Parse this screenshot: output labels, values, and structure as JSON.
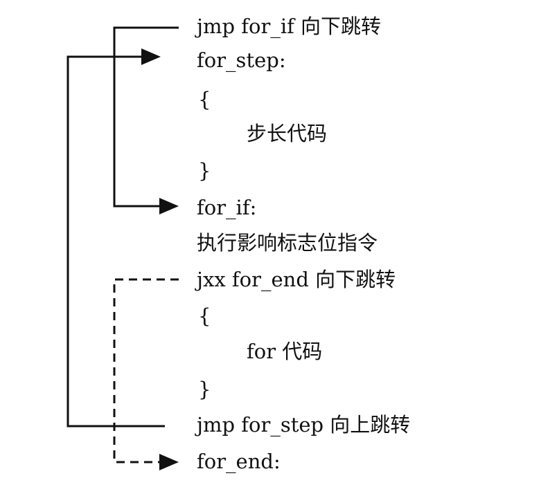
{
  "diagram": {
    "lines": [
      {
        "id": "jmp-for-if",
        "text": "jmp    for_if 向下跳转"
      },
      {
        "id": "for-step-label",
        "text": "for_step:"
      },
      {
        "id": "open-brace-1",
        "text": "{"
      },
      {
        "id": "step-code",
        "text": "步长代码"
      },
      {
        "id": "close-brace-1",
        "text": "}"
      },
      {
        "id": "for-if-label",
        "text": "for_if:"
      },
      {
        "id": "flag-instruction",
        "text": "执行影响标志位指令"
      },
      {
        "id": "jxx-for-end",
        "text": "jxx    for_end 向下跳转"
      },
      {
        "id": "open-brace-2",
        "text": "{"
      },
      {
        "id": "for-code",
        "text": "for 代码"
      },
      {
        "id": "close-brace-2",
        "text": "}"
      },
      {
        "id": "jmp-for-step",
        "text": "jmp    for_step 向上跳转"
      },
      {
        "id": "for-end-label",
        "text": "for_end:"
      }
    ],
    "arrow_color": "#111111"
  }
}
